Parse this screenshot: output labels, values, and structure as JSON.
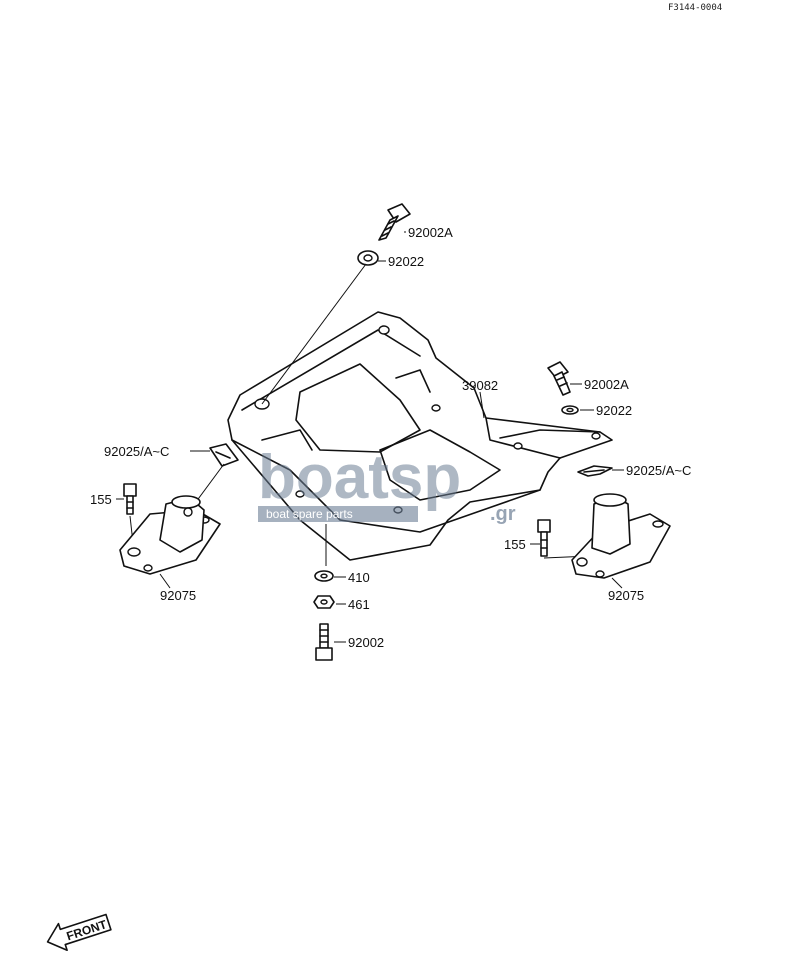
{
  "diagram_code": "F3144-0004",
  "callouts": {
    "bolt_top": "92002A",
    "washer_top": "92022",
    "frame": "39082",
    "bolt_right": "92002A",
    "washer_right": "92022",
    "shim_left": "92025/A~C",
    "shim_right": "92025/A~C",
    "bolt_155_left": "155",
    "bolt_155_right": "155",
    "mount_left": "92075",
    "mount_right": "92075",
    "washer_410": "410",
    "nut_461": "461",
    "bolt_bottom": "92002"
  },
  "watermark": {
    "brand": "boatsp",
    "tagline": "boat spare parts",
    "domain": ".gr"
  },
  "front_label": "FRONT",
  "colors": {
    "line": "#111111",
    "watermark": "#6b7d94"
  }
}
